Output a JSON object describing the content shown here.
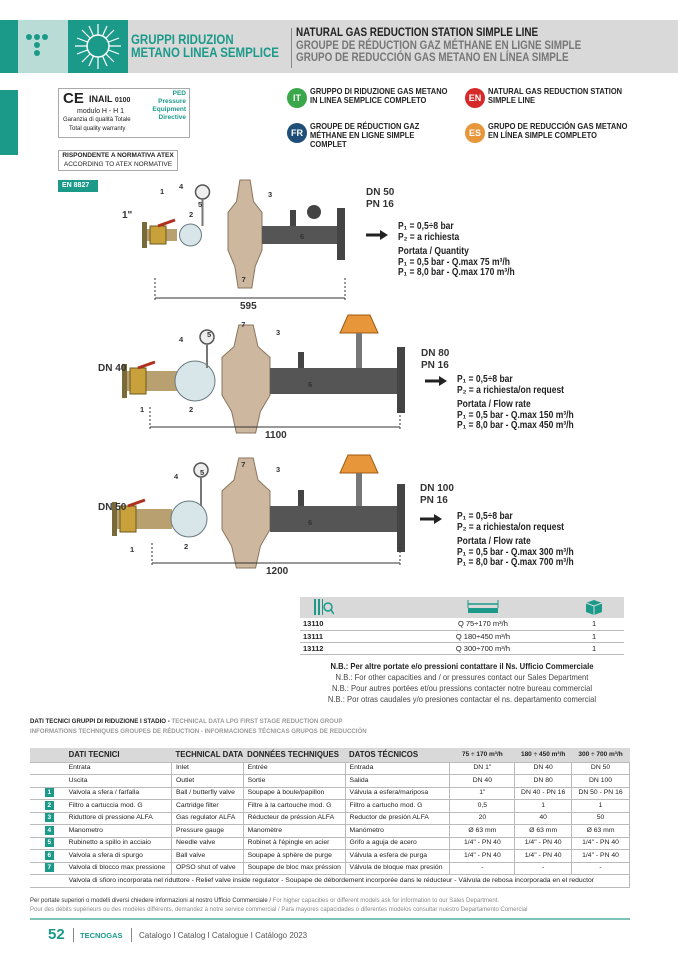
{
  "header": {
    "title_it": [
      "GRUPPI RIDUZION",
      "METANO LINEA SEMPLICE"
    ],
    "title_en": "NATURAL GAS REDUCTION STATION SIMPLE LINE",
    "title_fr": "GROUPE DE RÉDUCTION GAZ MÉTHANE EN LIGNE SIMPLE",
    "title_es": "GRUPO DE REDUCCIÓN GAS METANO EN LÍNEA SIMPLE"
  },
  "cert": {
    "ce": "CE",
    "inail": "INAIL",
    "inail_num": "0100",
    "modulo": "modulo H - H 1",
    "garanzia": "Garanzia di qualità Totale",
    "warranty": "Total quality warranty",
    "ped": [
      "PED",
      "Pressure",
      "Equipment",
      "Directive"
    ]
  },
  "atex": {
    "it": "RISPONDENTE A NORMATIVA ATEX",
    "en": "ACCORDING TO ATEX NORMATIVE"
  },
  "en_badge": "EN 8827",
  "languages": [
    {
      "code": "IT",
      "color": "#3aa74a",
      "text": [
        "GRUPPO DI RIDUZIONE GAS METANO",
        "IN LINEA SEMPLICE COMPLETO"
      ]
    },
    {
      "code": "EN",
      "color": "#d62a2a",
      "text": [
        "NATURAL GAS REDUCTION STATION",
        "SIMPLE LINE"
      ]
    },
    {
      "code": "FR",
      "color": "#1f4e79",
      "text": [
        "GROUPE DE RÉDUCTION GAZ",
        "MÉTHANE EN LIGNE SIMPLE",
        "COMPLET"
      ]
    },
    {
      "code": "ES",
      "color": "#e8963a",
      "text": [
        "GRUPO DE REDUCCIÓN GAS METANO",
        "EN LÍNEA SIMPLE COMPLETO"
      ]
    }
  ],
  "stations": [
    {
      "inlet": "1\"",
      "outlet": [
        "DN 50",
        "PN 16"
      ],
      "dimension": "595",
      "specs": [
        "P₁ = 0,5÷8 bar",
        "P₂ =  a richiesta",
        "Portata / Quantity",
        "P₁ = 0,5 bar - Q.max 75 m³/h",
        "P₁ = 8,0 bar - Q.max 170 m³/h"
      ]
    },
    {
      "inlet": "DN 40",
      "outlet": [
        "DN 80",
        "PN 16"
      ],
      "dimension": "1100",
      "specs": [
        "P₁ = 0,5÷8 bar",
        "P₂ =  a richiesta/on request",
        "Portata / Flow rate",
        "P₁ = 0,5 bar - Q.max 150 m³/h",
        "P₁ = 8,0 bar - Q.max 450 m³/h"
      ]
    },
    {
      "inlet": "DN 50",
      "outlet": [
        "DN 100",
        "PN 16"
      ],
      "dimension": "1200",
      "specs": [
        "P₁ = 0,5÷8 bar",
        "P₂ =  a richiesta/on request",
        "Portata / Flow rate",
        "P₁ = 0,5 bar - Q.max 300 m³/h",
        "P₁ = 8,0 bar - Q.max 700 m³/h"
      ]
    }
  ],
  "callouts": [
    "1",
    "2",
    "3",
    "4",
    "5",
    "6",
    "7"
  ],
  "codes": {
    "icons": [
      "catalog-code-icon",
      "dimension-icon",
      "package-icon"
    ],
    "rows": [
      [
        "13110",
        "Q 75÷170 m³/h",
        "1"
      ],
      [
        "13111",
        "Q 180÷450 m³/h",
        "1"
      ],
      [
        "13112",
        "Q 300÷700 m³/h",
        "1"
      ]
    ]
  },
  "notes": [
    "N.B.: Per altre portate e/o pressioni contattare il Ns. Ufficio Commerciale",
    "N.B.: For other capacities and / or pressures contact our Sales Department",
    "N.B.: Pour autres portées et/ou pressions contacter notre bureau commercial",
    "N.B.: Por otras caudales y/o presiones contactar el ns. departamento comercial"
  ],
  "tech": {
    "title_a": "DATI TECNICI GRUPPI DI RIDUZIONE I STADIO - ",
    "title_b": "TECHNICAL DATA LPG FIRST STAGE REDUCTION GROUP",
    "title_c": "INFORMATIONS TECHNIQUES GROUPES DE RÉDUCTION - INFORMACIONES TÉCNICAS GRUPOS DE REDUCCIÓN",
    "headers": [
      "",
      "DATI TECNICI",
      "TECHNICAL DATA",
      "DONNÉES TECHNIQUES",
      "DATOS TÉCNICOS",
      "75 ÷ 170 m³/h",
      "180 ÷ 450 m³/h",
      "300 ÷ 700 m³/h"
    ],
    "rows": [
      [
        "",
        "Entrata",
        "Inlet",
        "Entrée",
        "Entrada",
        "DN 1\"",
        "DN 40",
        "DN 50"
      ],
      [
        "",
        "Uscita",
        "Outlet",
        "Sortie",
        "Salida",
        "DN 40",
        "DN 80",
        "DN 100"
      ],
      [
        "1",
        "Valvola a sfera / farfalla",
        "Ball / butterfly valve",
        "Soupape à boule/papillon",
        "Válvula a esfera/mariposa",
        "1\"",
        "DN 40 - PN 16",
        "DN 50 - PN 16"
      ],
      [
        "2",
        "Filtro a cartuccia mod. G",
        "Cartridge filter",
        "Filtre à la cartouche mod. G",
        "Filtro a cartucho mod. G",
        "0,5",
        "1",
        "1"
      ],
      [
        "3",
        "Riduttore di pressione ALFA",
        "Gas regulator ALFA",
        "Réducteur de préssion ALFA",
        "Reductor de presión ALFA",
        "20",
        "40",
        "50"
      ],
      [
        "4",
        "Manometro",
        "Pressure gauge",
        "Manomètre",
        "Manómetro",
        "Ø 63 mm",
        "Ø 63 mm",
        "Ø 63 mm"
      ],
      [
        "5",
        "Rubinetto a spillo in acciaio",
        "Needle valve",
        "Robinet à l'épingle en acier",
        "Grifo a aguja de acero",
        "1/4\" - PN 40",
        "1/4\" - PN 40",
        "1/4\" - PN 40"
      ],
      [
        "6",
        "Valvola a sfera di spurgo",
        "Ball valve",
        "Soupape à sphère de purge",
        "Válvula a esfera de purga",
        "1/4\" - PN 40",
        "1/4\" - PN 40",
        "1/4\" - PN 40"
      ],
      [
        "7",
        "Valvola di blocco max pressione",
        "OPSO shut of valve",
        "Soupape de bloc max préssion",
        "Válvula de bloque max presión",
        "-",
        "-",
        "-"
      ]
    ],
    "relief_note": "Valvola di sfioro incorporata nel riduttore - Relief valve inside regulator - Soupape de débordement incorporée dans le réducteur - Válvula de rebosa incorporada en el reductor"
  },
  "footer": {
    "note_a": "Per portate superiori o modelli diversi chiedere informazioni al nostro Ufficio Commerciale / ",
    "note_b": "For higher capacities or different models ask for information to our Sales Department.",
    "note_c": "Pour des débits supérieurs ou des modèles différents, demandez à notre service commercial / Para mayores capacidades o diferentes modelos consultar nuestro Departamento Comercial",
    "page": "52",
    "brand": "TECNOGAS",
    "catalog": "Catalogo I Catalog I Catalogue I Catálogo 2023"
  },
  "colors": {
    "accent": "#1b9a8a",
    "regulator": "#cdb79e",
    "pipe": "#555555",
    "opso": "#e8963a"
  }
}
